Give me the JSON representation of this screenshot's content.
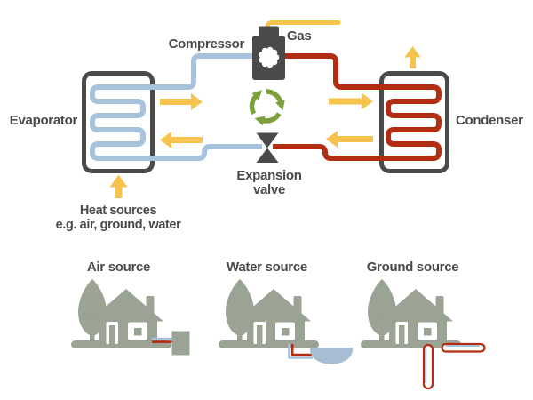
{
  "title": "Heat pump cycle diagram",
  "colors": {
    "dark": "#4a4a4a",
    "blue": "#a7c2dc",
    "red": "#b22d12",
    "yellow": "#f6c44c",
    "green": "#7ca03c",
    "house": "#9aa394",
    "pond": "#a6bdd4",
    "background": "#ffffff"
  },
  "cycle": {
    "labels": {
      "compressor": "Compressor",
      "gas": "Gas",
      "evaporator": "Evaporator",
      "condenser": "Condenser",
      "expansion_valve_line1": "Expansion",
      "expansion_valve_line2": "valve",
      "heat_sources_line1": "Heat sources",
      "heat_sources_line2": "e.g. air, ground, water"
    },
    "icons": [
      "evaporator-coil-icon",
      "condenser-coil-icon",
      "compressor-icon",
      "gear-icon",
      "recycle-arrows-icon",
      "expansion-valve-icon",
      "gas-flow-line",
      "heat-flow-arrow-icon"
    ]
  },
  "sources": [
    {
      "id": "air",
      "label": "Air source",
      "icon": "house-with-outdoor-unit-icon"
    },
    {
      "id": "water",
      "label": "Water source",
      "icon": "house-with-pond-icon"
    },
    {
      "id": "ground",
      "label": "Ground source",
      "icon": "house-with-borehole-icon"
    }
  ]
}
